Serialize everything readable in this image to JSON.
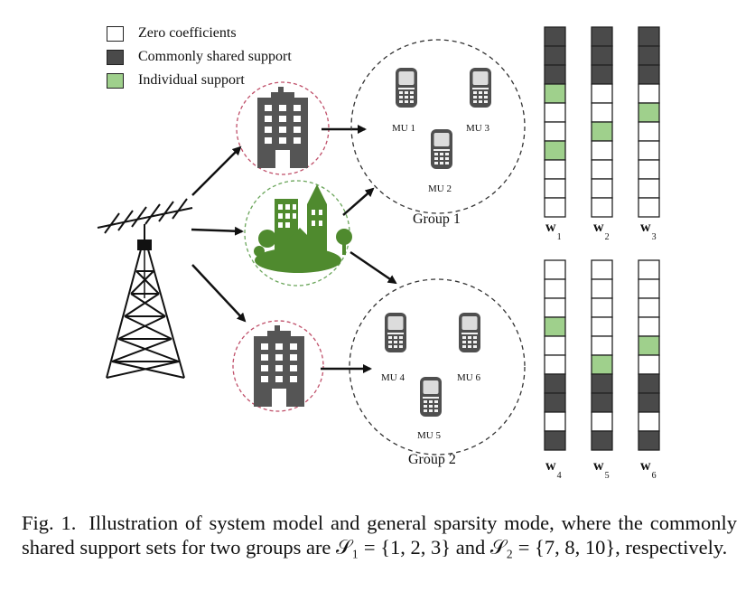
{
  "legend": {
    "items": [
      {
        "label": "Zero coefficients",
        "color": "#ffffff"
      },
      {
        "label": "Commonly shared support",
        "color": "#4a4a4a"
      },
      {
        "label": "Individual support",
        "color": "#9fd08c"
      }
    ]
  },
  "groups": [
    {
      "label": "Group 1",
      "users": [
        "MU 1",
        "MU 2",
        "MU 3"
      ]
    },
    {
      "label": "Group 2",
      "users": [
        "MU 4",
        "MU 5",
        "MU 6"
      ]
    }
  ],
  "vectors": {
    "rows": 10,
    "columns": [
      {
        "name": "w",
        "sub": "1",
        "cells": [
          "s",
          "s",
          "s",
          "i",
          "z",
          "z",
          "i",
          "z",
          "z",
          "z"
        ]
      },
      {
        "name": "w",
        "sub": "2",
        "cells": [
          "s",
          "s",
          "s",
          "z",
          "z",
          "i",
          "z",
          "z",
          "z",
          "z"
        ]
      },
      {
        "name": "w",
        "sub": "3",
        "cells": [
          "s",
          "s",
          "s",
          "z",
          "i",
          "z",
          "z",
          "z",
          "z",
          "z"
        ]
      },
      {
        "name": "w",
        "sub": "4",
        "cells": [
          "z",
          "z",
          "z",
          "i",
          "z",
          "z",
          "s",
          "s",
          "z",
          "s"
        ]
      },
      {
        "name": "w",
        "sub": "5",
        "cells": [
          "z",
          "z",
          "z",
          "z",
          "z",
          "i",
          "s",
          "s",
          "z",
          "s"
        ]
      },
      {
        "name": "w",
        "sub": "6",
        "cells": [
          "z",
          "z",
          "z",
          "z",
          "i",
          "z",
          "s",
          "s",
          "z",
          "s"
        ]
      }
    ]
  },
  "caption": {
    "prefix": "Fig. 1.",
    "text": "Illustration of system model and general sparsity mode, where the commonly shared support sets for two groups are 𝒮₁ = {1, 2, 3} and 𝒮₂ = {7, 8, 10}, respectively."
  }
}
